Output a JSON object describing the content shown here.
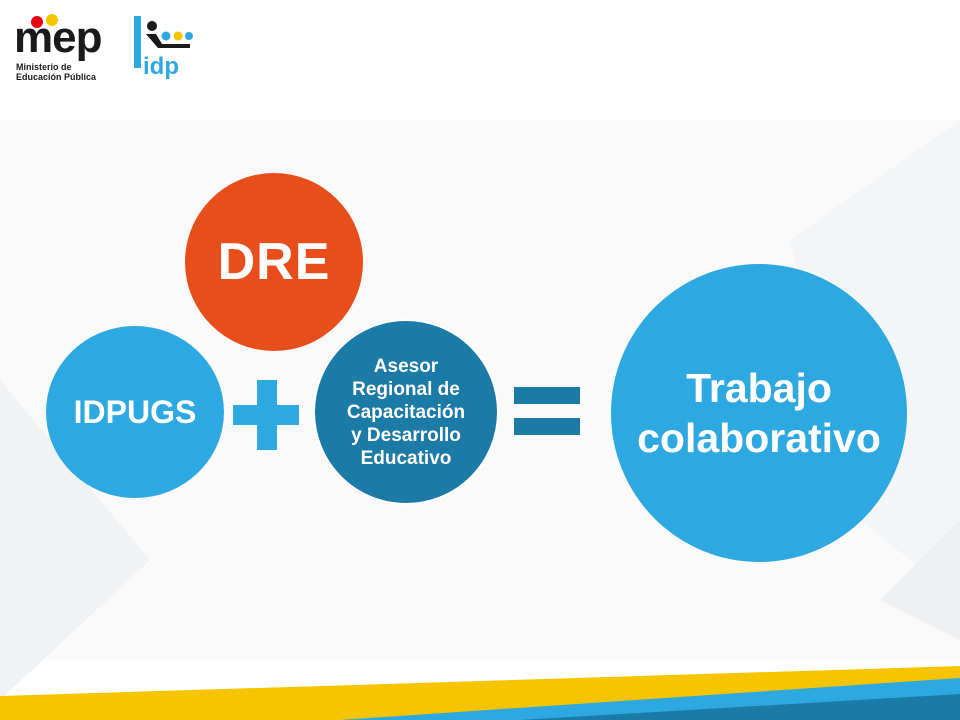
{
  "logos": {
    "mep": {
      "word": "mep",
      "subtitle_line1": "Ministerio de",
      "subtitle_line2": "Educación Pública"
    },
    "idp": {
      "word": "idp"
    }
  },
  "diagram": {
    "node_dre": "DRE",
    "node_idpugs": "IDPUGS",
    "node_asesor": "Asesor\nRegional de\nCapacitación\ny Desarrollo\nEducativo",
    "node_result": "Trabajo\ncolaborativo",
    "operator_plus": "plus-sign",
    "operator_equals": "equals-sign"
  },
  "colors": {
    "dre_orange": "#e84e1b",
    "light_blue": "#2ea8e0",
    "dark_blue": "#1b7aa6",
    "mep_red": "#e30613",
    "mep_yellow": "#f6c500"
  }
}
